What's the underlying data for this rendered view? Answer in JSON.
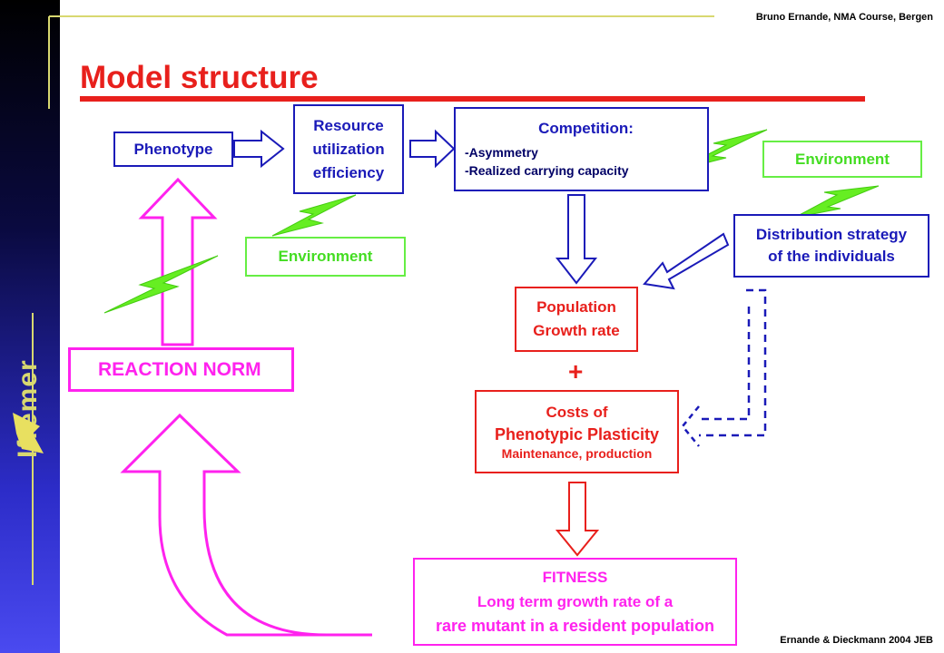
{
  "header": {
    "author": "Bruno Ernande, NMA Course, Bergen",
    "title": "Model structure",
    "logo": "Ifremer"
  },
  "boxes": {
    "phenotype": "Phenotype",
    "resource": [
      "Resource",
      "utilization",
      "efficiency"
    ],
    "competition_title": "Competition:",
    "competition_items": [
      "-Asymmetry",
      "-Realized carrying capacity"
    ],
    "environment_right": "Environment",
    "environment_left": "Environment",
    "distribution": [
      "Distribution strategy",
      "of the individuals"
    ],
    "population": [
      "Population",
      "Growth rate"
    ],
    "plus": "+",
    "reaction_norm": "REACTION NORM",
    "costs": [
      "Costs of",
      "Phenotypic Plasticity"
    ],
    "costs_sub": "Maintenance, production",
    "fitness": [
      "FITNESS",
      "Long term growth rate of a",
      "rare mutant in a resident population"
    ]
  },
  "footer": {
    "reference": "Ernande & Dieckmann 2004 JEB"
  },
  "colors": {
    "title": "#e8201c",
    "blue": "#1a1ab8",
    "green": "#44dd22",
    "magenta": "#ff22ee",
    "red": "#e8201c"
  }
}
